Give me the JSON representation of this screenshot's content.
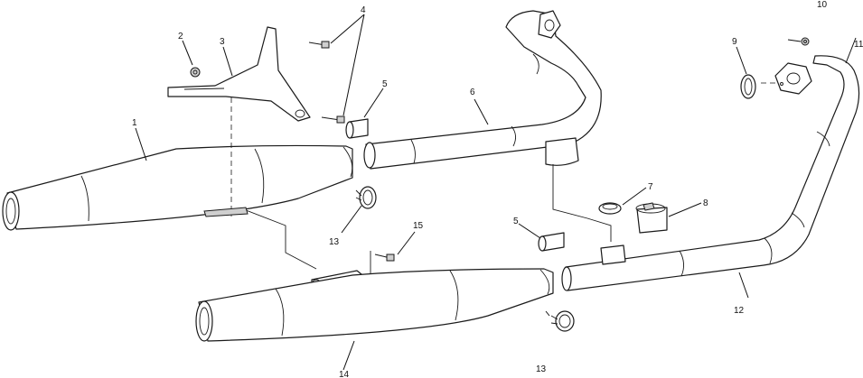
{
  "callouts": [
    {
      "id": "c1",
      "text": "1"
    },
    {
      "id": "c2",
      "text": "2"
    },
    {
      "id": "c3",
      "text": "3"
    },
    {
      "id": "c4",
      "text": "4"
    },
    {
      "id": "c5a",
      "text": "5"
    },
    {
      "id": "c5b",
      "text": "5"
    },
    {
      "id": "c6",
      "text": "6"
    },
    {
      "id": "c7",
      "text": "7"
    },
    {
      "id": "c8",
      "text": "8"
    },
    {
      "id": "c9",
      "text": "9"
    },
    {
      "id": "c10",
      "text": "10"
    },
    {
      "id": "c11",
      "text": "11"
    },
    {
      "id": "c12",
      "text": "12"
    },
    {
      "id": "c13a",
      "text": "13"
    },
    {
      "id": "c13b",
      "text": "13"
    },
    {
      "id": "c14",
      "text": "14"
    },
    {
      "id": "c15",
      "text": "15"
    }
  ]
}
